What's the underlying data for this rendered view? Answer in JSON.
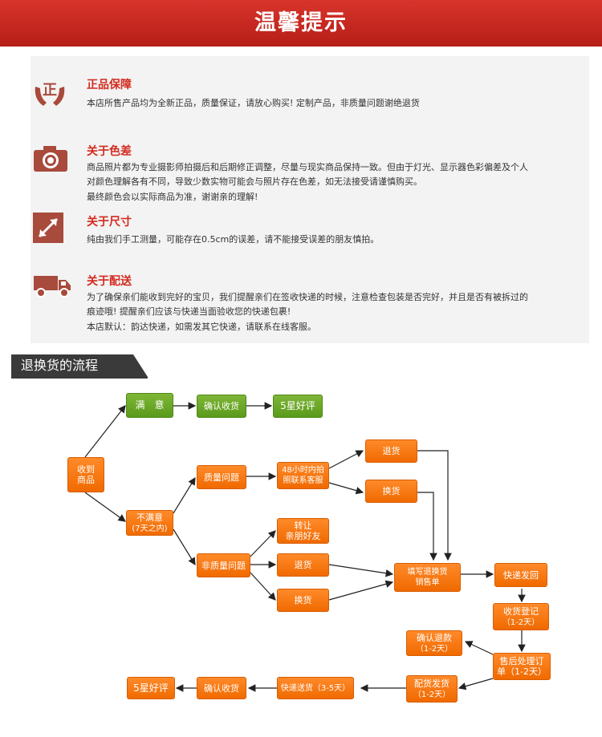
{
  "header": {
    "title": "温馨提示"
  },
  "notices": [
    {
      "title": "正品保障",
      "icon": "hands-genuine-icon",
      "lines": [
        "本店所售产品均为全新正品，质量保证，请放心购买! 定制产品，非质量问题谢绝退货"
      ]
    },
    {
      "title": "关于色差",
      "icon": "camera-icon",
      "lines": [
        "商品照片都为专业摄影师拍摄后和后期修正调整，尽量与现实商品保持一致。但由于灯光、显示器色彩偏差及个人",
        "对颜色理解各有不同，导致少数实物可能会与照片存在色差，如无法接受请谨慎购买。",
        "最终颜色会以实际商品为准，谢谢亲的理解!"
      ]
    },
    {
      "title": "关于尺寸",
      "icon": "ruler-arrow-icon",
      "lines": [
        "纯由我们手工测量，可能存在0.5cm的误差，请不能接受误差的朋友慎拍。"
      ]
    },
    {
      "title": "关于配送",
      "icon": "truck-icon",
      "lines": [
        "为了确保亲们能收到完好的宝贝，我们提醒亲们在签收快递的时候，注意检查包装是否完好，并且是否有被拆过的",
        "痕迹哦! 提醒亲们应该与快递当面验收您的快递包裹!",
        "本店默认：韵达快递，如需发其它快递，请联系在线客服。"
      ]
    }
  ],
  "section": {
    "title": "退换货的流程"
  },
  "flow": {
    "receive": [
      "收到",
      "商品"
    ],
    "satisfied": "满　意",
    "confirm_top": "确认收货",
    "five_star_top": "5星好评",
    "unsatisfied": [
      "不满意",
      "(7天之内)"
    ],
    "quality_issue": "质量问题",
    "contact_48h": [
      "48小时内拍",
      "照联系客服"
    ],
    "return_q": "退货",
    "exchange_q": "换货",
    "non_quality": "非质量问题",
    "transfer": [
      "转让",
      "亲朋好友"
    ],
    "return_n": "退货",
    "exchange_n": "换货",
    "fill_form": [
      "填写退换货",
      "销售单"
    ],
    "express_back": "快递发回",
    "receive_register": [
      "收货登记",
      "（1-2天）"
    ],
    "after_sale": [
      "售后处理订",
      "单（1-2天）"
    ],
    "confirm_refund": [
      "确认退款",
      "（1-2天）"
    ],
    "dispatch": [
      "配货发货",
      "（1-2天）"
    ],
    "express_ship": "快递送货（3-5天）",
    "confirm_bottom": "确认收货",
    "five_star_bottom": "5星好评"
  },
  "colors": {
    "header": "#c8281f",
    "accent": "#d32a1e",
    "green": "#6aa826",
    "orange": "#f47a12",
    "section_bar": "#3a3a3a"
  }
}
